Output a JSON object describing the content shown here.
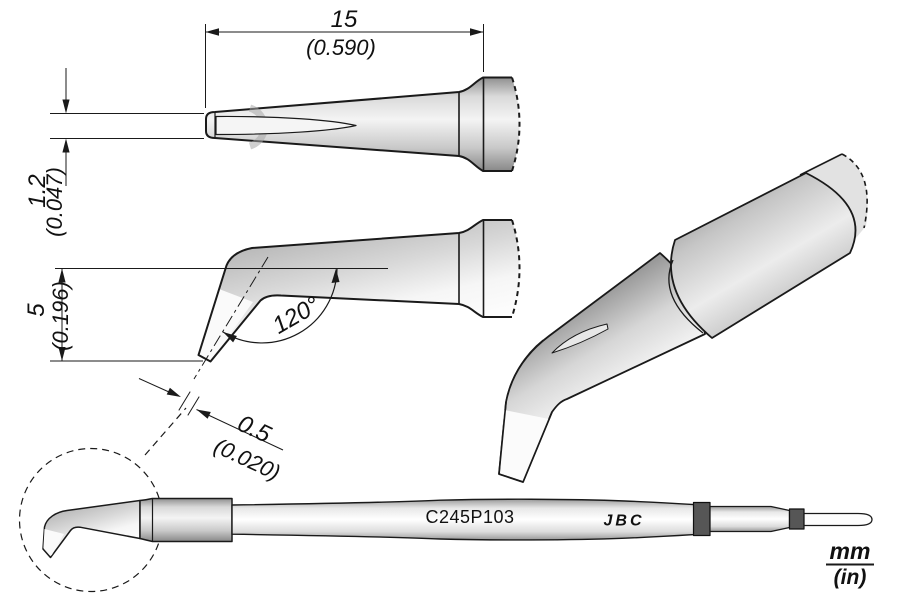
{
  "drawing": {
    "title": "soldering-tip-cartridge-technical-drawing",
    "model": "C245P103",
    "brand": "JBC",
    "units": {
      "top": "mm",
      "bottom": "(in)"
    },
    "dimensions": {
      "length": {
        "mm": "15",
        "in": "(0.590)"
      },
      "thickness": {
        "mm": "1.2",
        "in": "(0.047)"
      },
      "offset": {
        "mm": "5",
        "in": "(0.196)"
      },
      "angle": {
        "value": "120°"
      },
      "width": {
        "mm": "0.5",
        "in": "(0.020)"
      }
    },
    "colors": {
      "line": "#1a1a1a",
      "metal_light": "#f0f0f0",
      "metal_mid": "#c8c8c8",
      "metal_dark": "#8f8f8f",
      "band_dark": "#565656"
    }
  }
}
